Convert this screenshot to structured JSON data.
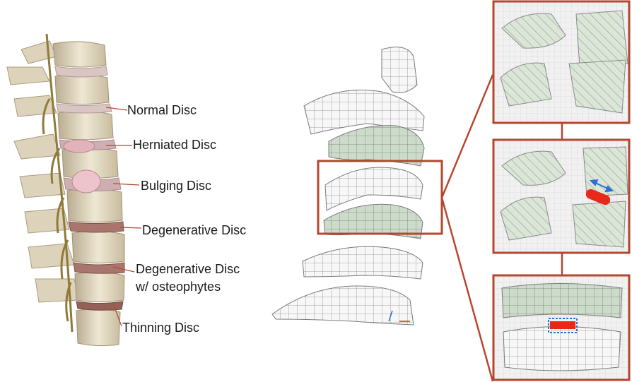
{
  "labels": {
    "normal": "Normal Disc",
    "herniated": "Herniated Disc",
    "bulging": "Bulging Disc",
    "degenerative": "Degenerative Disc",
    "osteophytes_line1": "Degenerative Disc",
    "osteophytes_line2": "w/ osteophytes",
    "thinning": "Thinning  Disc"
  },
  "colors": {
    "callout_frame": "#b5472f",
    "bone": "#e6dcc6",
    "disc": "#c9a3a8",
    "mesh_line": "#8a8a8a",
    "mesh_fill": "#f7f7f7",
    "mesh_shaded": "#c7d6c5",
    "implant_red": "#e8281a",
    "arrow_blue": "#2d6fd6"
  },
  "icons": [
    "double-arrow-icon",
    "implant-marker-icon"
  ]
}
